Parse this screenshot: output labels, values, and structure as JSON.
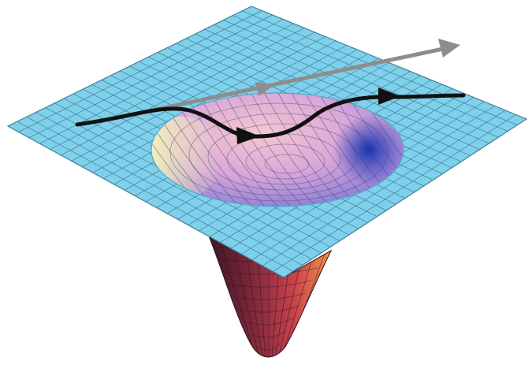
{
  "figure": {
    "grid_divisions": 26,
    "surface_color": "#7fd0ea",
    "grid_line_color": "#3f7f9a",
    "well_colors": {
      "warm_edge": "#f3f4b4",
      "pink": "#f0bfc8",
      "violet": "#a892d8",
      "deep_blue": "#1f3fbf",
      "funnel_red": "#b83a48",
      "funnel_dark": "#3a1626",
      "funnel_orange": "#f2914a"
    },
    "paths": [
      {
        "kind": "deflected-path",
        "color": "#111111",
        "arrowheads": 2
      },
      {
        "kind": "straight-path",
        "color": "#8d8d8d",
        "arrowheads": 2
      }
    ]
  }
}
